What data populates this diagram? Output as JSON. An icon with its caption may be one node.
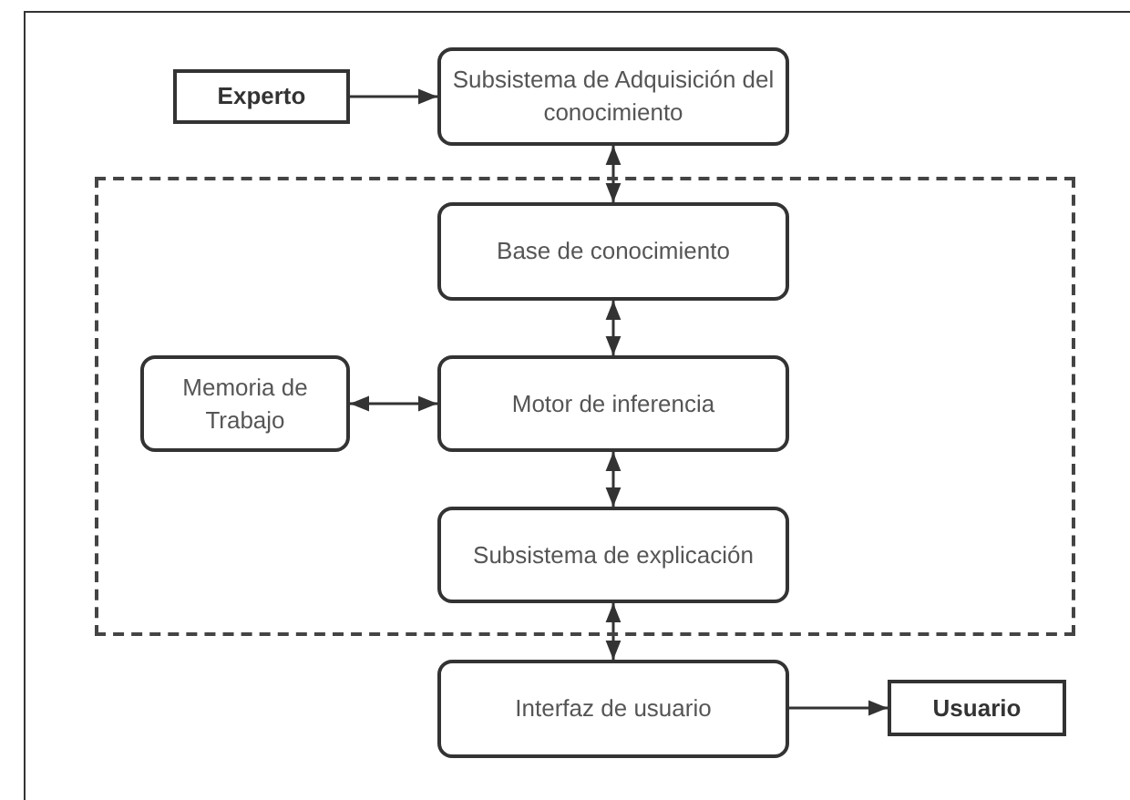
{
  "diagram": {
    "nodes": [
      {
        "text": [
          "Experto"
        ]
      },
      {
        "text": [
          "Subsistema de Adquisición del conocimiento"
        ]
      },
      {
        "text": [],
        "shape": "box"
      },
      {
        "text": [
          "Base de conocimiento"
        ],
        "in": 2
      },
      {
        "text": [
          "Memoria de Trabajo"
        ],
        "in": 2
      },
      {
        "text": [
          "Motor de inferencia"
        ],
        "in": 2
      },
      {
        "text": [
          "Subsistema de explicación"
        ],
        "in": 2
      },
      {
        "text": [
          "Interfaz de usuario"
        ]
      },
      {
        "text": [
          "Usuario"
        ]
      }
    ],
    "edges": [
      {
        "from": 0,
        "to": 1,
        "arrow": "to"
      },
      {
        "from": 1,
        "to": 3,
        "arrow": "both"
      },
      {
        "from": 3,
        "to": 5,
        "arrow": "both"
      },
      {
        "from": 4,
        "to": 5,
        "arrow": "both"
      },
      {
        "from": 5,
        "to": 6,
        "arrow": "both"
      },
      {
        "from": 6,
        "to": 7,
        "arrow": "both"
      },
      {
        "from": 7,
        "to": 8,
        "arrow": "to"
      }
    ]
  }
}
